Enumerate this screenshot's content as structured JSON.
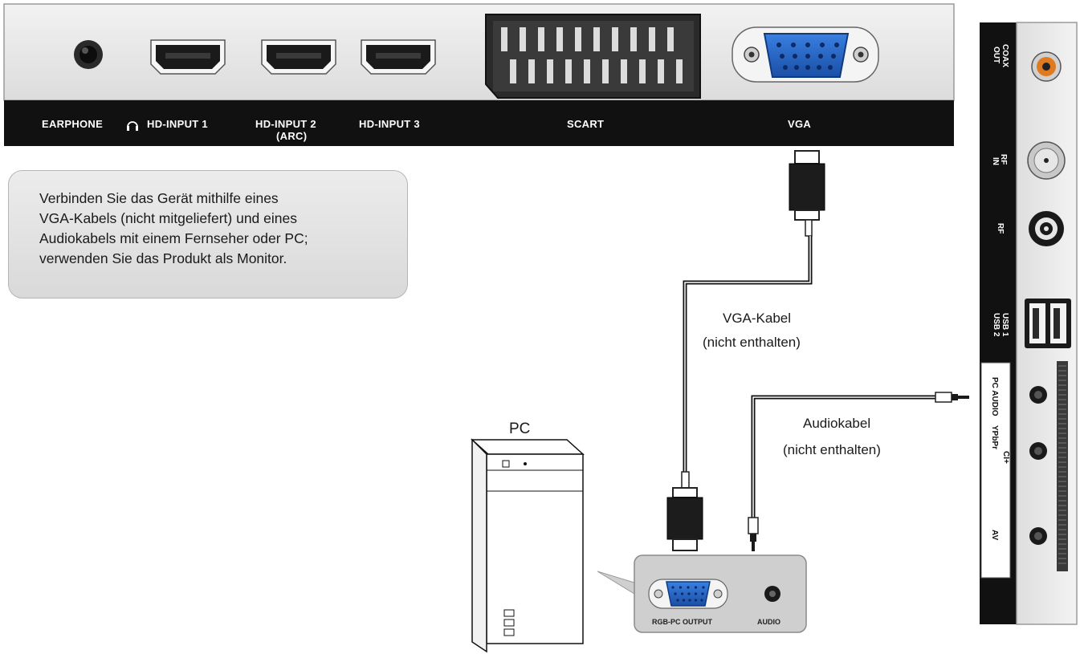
{
  "tv_panel": {
    "ports": {
      "earphone": "EARPHONE",
      "hd_input_1": "HD-INPUT 1",
      "hd_input_2": "HD-INPUT 2",
      "hd_input_2_sub": "(ARC)",
      "hd_input_3": "HD-INPUT 3",
      "scart": "SCART",
      "vga": "VGA"
    },
    "side_ports": {
      "coax_out_1": "COAX",
      "coax_out_2": "OUT",
      "rf_in_1": "RF",
      "rf_in_2": "IN",
      "rf": "RF",
      "usb_1": "USB 1",
      "usb_2": "USB 2",
      "pc_audio": "PC AUDIO",
      "ypbpr": "YPbPr",
      "ci": "CI+",
      "av": "AV"
    }
  },
  "note": "Verbinden Sie das Gerät mithilfe eines\nVGA-Kabels (nicht mitgeliefert) und eines\nAudiokabels mit einem Fernseher oder PC;\nverwenden Sie das Produkt als Monitor.",
  "cables": {
    "vga_line1": "VGA-Kabel",
    "vga_line2": "(nicht enthalten)",
    "audio_line1": "Audiokabel",
    "audio_line2": "(nicht enthalten)"
  },
  "pc": {
    "label": "PC",
    "rgb_output": "RGB-PC OUTPUT",
    "audio": "AUDIO"
  },
  "colors": {
    "panel_gray": "#e6e6e6",
    "label_bar": "#111111",
    "vga_blue": "#1f5fbf",
    "coax_orange": "#e07a1f"
  }
}
